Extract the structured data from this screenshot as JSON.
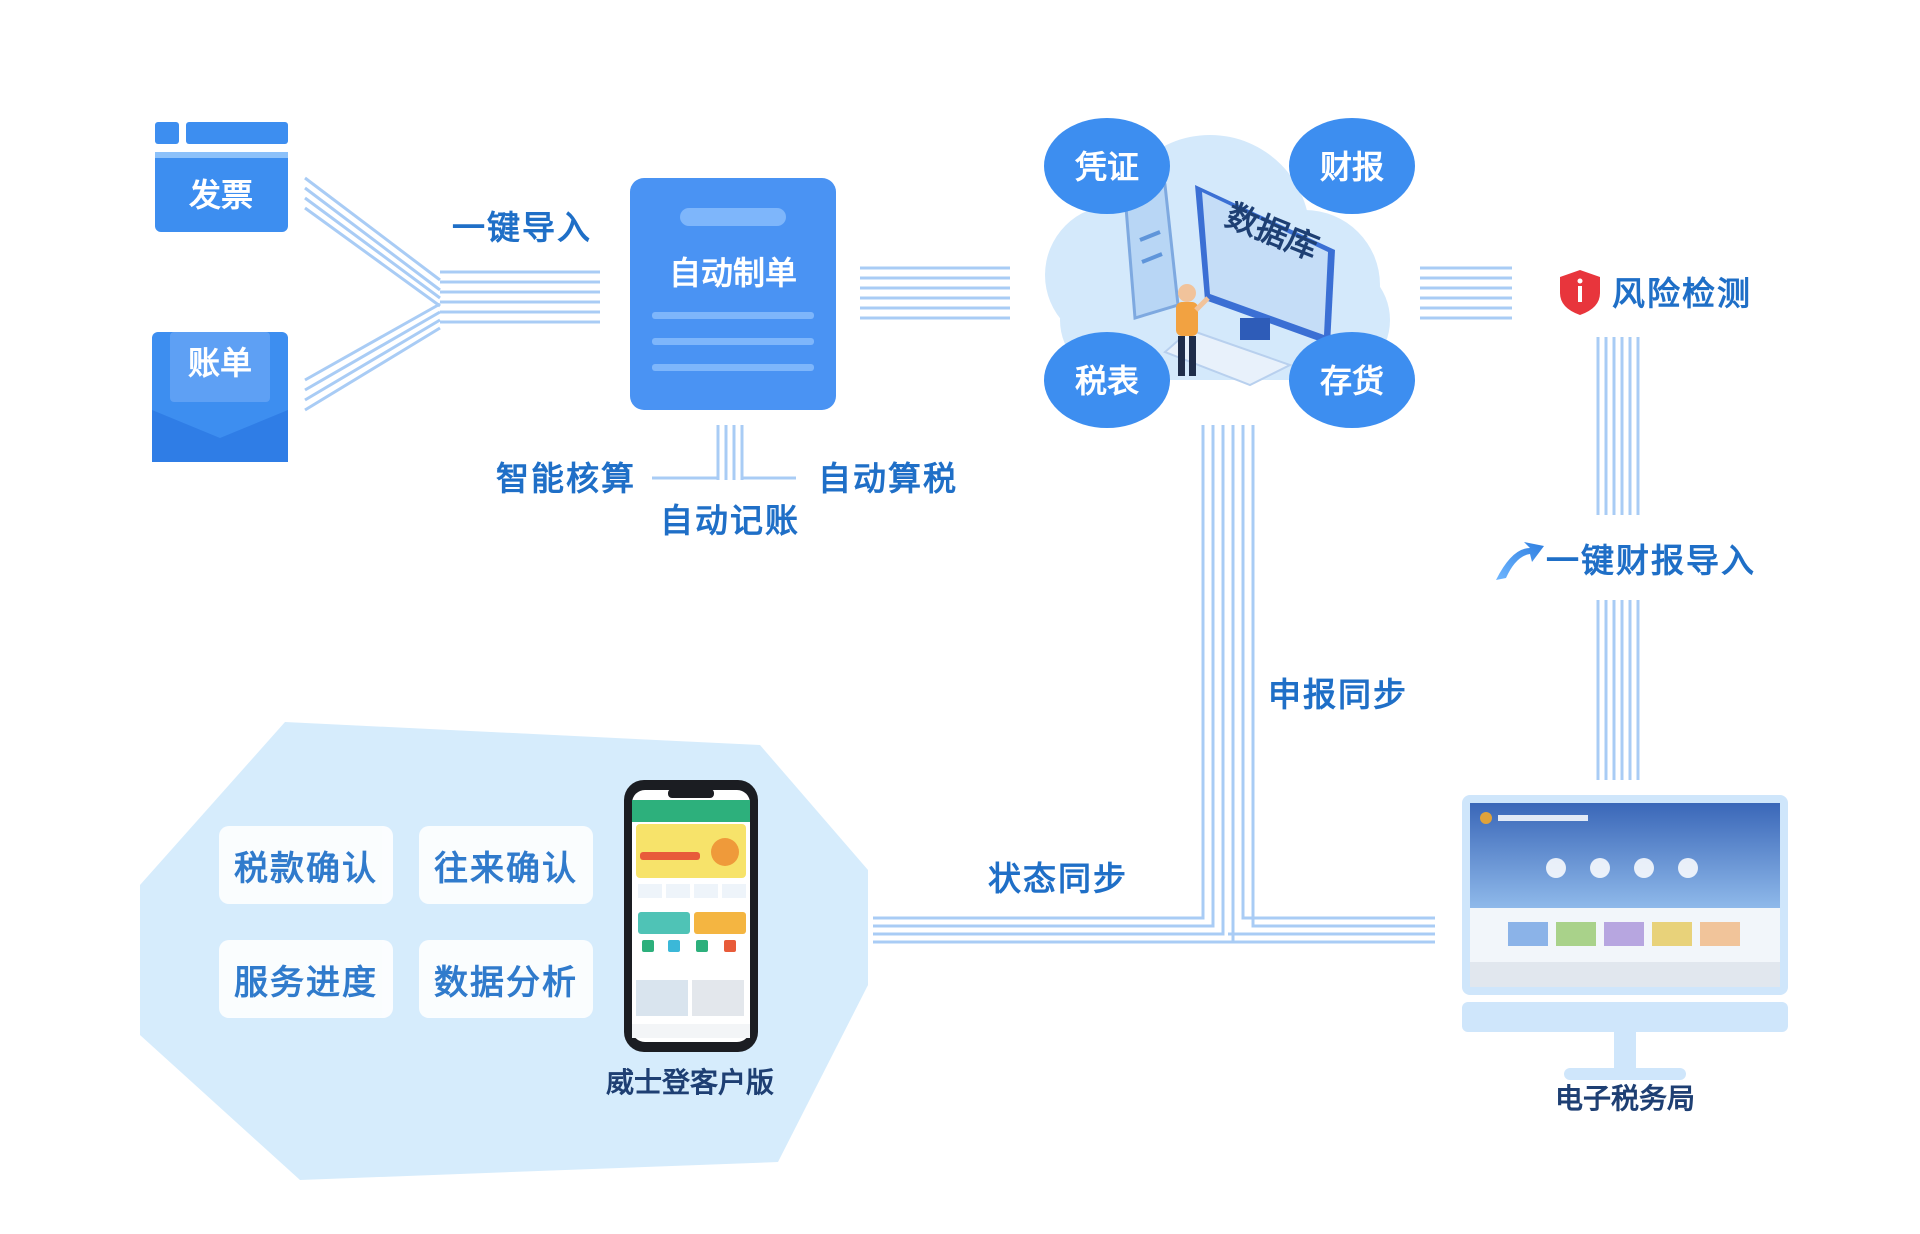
{
  "sources": {
    "invoice_label": "发票",
    "ledger_label": "账单",
    "import_label": "一键导入"
  },
  "auto_order": {
    "title": "自动制单",
    "smart_accounting": "智能核算",
    "auto_tax": "自动算税",
    "auto_bookkeeping": "自动记账"
  },
  "database": {
    "title": "数据库",
    "bubbles": {
      "voucher": "凭证",
      "financial_report": "财报",
      "tax_form": "税表",
      "inventory": "存货"
    }
  },
  "risk": {
    "label": "风险检测",
    "import_report_label": "一键财报导入"
  },
  "sync": {
    "declare_sync": "申报同步",
    "status_sync": "状态同步"
  },
  "client_app": {
    "tiles": [
      "税款确认",
      "往来确认",
      "服务进度",
      "数据分析"
    ],
    "caption": "威士登客户版"
  },
  "tax_bureau": {
    "caption": "电子税务局"
  },
  "colors": {
    "primary_blue": "#3d8ef0",
    "label_blue": "#1f6fc7",
    "line_blue": "#a9ccf5",
    "light_panel": "#d6ecfc",
    "risk_red": "#e8353c"
  }
}
